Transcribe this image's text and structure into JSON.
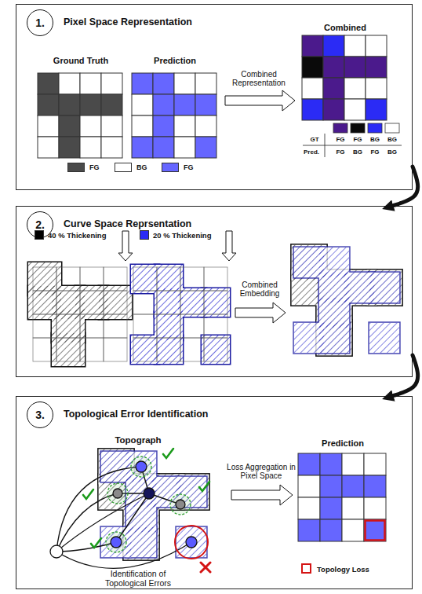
{
  "diagram": {
    "nodes": [
      {
        "text": [
          "Pixel Space Representation"
        ]
      },
      {
        "text": [
          "1."
        ],
        "in": 0
      },
      {
        "text": [
          "Ground Truth"
        ],
        "in": 0
      },
      {
        "text": [
          "Prediction"
        ],
        "in": 0
      },
      {
        "text": [
          "Combined"
        ],
        "in": 0
      },
      {
        "text": [
          "Curve Space Reprsentation"
        ]
      },
      {
        "text": [
          "2."
        ],
        "in": 5
      },
      {
        "text": [
          "Topological Error Identification"
        ]
      },
      {
        "text": [
          "3."
        ],
        "in": 7
      },
      {
        "text": [
          "Topograph",
          "Identification of Topological Errors"
        ],
        "in": 7
      },
      {
        "text": [
          "Prediction"
        ],
        "in": 7
      }
    ],
    "edges": [
      {
        "from": 3,
        "to": 4,
        "label": "Combined Representation",
        "arrow": "to"
      },
      {
        "from": 0,
        "to": 5,
        "arrow": "to"
      },
      {
        "from": 5,
        "to": 7,
        "arrow": "to"
      },
      {
        "from": 9,
        "to": 10,
        "label": "Loss Aggregation in Pixel Space",
        "arrow": "to"
      }
    ],
    "labels": [
      "GT",
      "FG",
      "FG",
      "BG",
      "BG",
      "Pred.",
      "FG",
      "BG",
      "FG",
      "BG",
      "Combined Embedding"
    ],
    "legend": [
      {
        "text": "FG",
        "color": "#4a4a4a"
      },
      {
        "text": "BG",
        "color": "#ffffff"
      },
      {
        "text": "FG",
        "color": "#6666ff"
      },
      {
        "text": "40 % Thickening",
        "color": "#000000"
      },
      {
        "text": "20 % Thickening",
        "color": "#2b2bf5"
      },
      {
        "text": "Topology Loss"
      }
    ]
  }
}
